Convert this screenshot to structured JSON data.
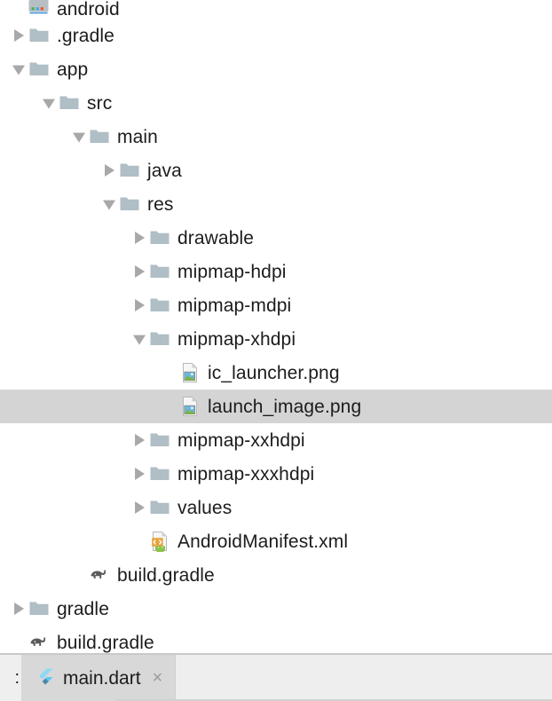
{
  "project_tree": {
    "rows": [
      {
        "label": "android",
        "icon": "android-module-icon",
        "twisty": "none",
        "depth": 0,
        "selected": false,
        "clipped": true
      },
      {
        "label": ".gradle",
        "icon": "folder-icon",
        "twisty": "collapsed",
        "depth": 0,
        "selected": false,
        "clipped": false
      },
      {
        "label": "app",
        "icon": "folder-icon",
        "twisty": "expanded",
        "depth": 0,
        "selected": false,
        "clipped": false
      },
      {
        "label": "src",
        "icon": "folder-icon",
        "twisty": "expanded",
        "depth": 1,
        "selected": false,
        "clipped": false
      },
      {
        "label": "main",
        "icon": "folder-icon",
        "twisty": "expanded",
        "depth": 2,
        "selected": false,
        "clipped": false
      },
      {
        "label": "java",
        "icon": "folder-icon",
        "twisty": "collapsed",
        "depth": 3,
        "selected": false,
        "clipped": false
      },
      {
        "label": "res",
        "icon": "folder-icon",
        "twisty": "expanded",
        "depth": 3,
        "selected": false,
        "clipped": false
      },
      {
        "label": "drawable",
        "icon": "folder-icon",
        "twisty": "collapsed",
        "depth": 4,
        "selected": false,
        "clipped": false
      },
      {
        "label": "mipmap-hdpi",
        "icon": "folder-icon",
        "twisty": "collapsed",
        "depth": 4,
        "selected": false,
        "clipped": false
      },
      {
        "label": "mipmap-mdpi",
        "icon": "folder-icon",
        "twisty": "collapsed",
        "depth": 4,
        "selected": false,
        "clipped": false
      },
      {
        "label": "mipmap-xhdpi",
        "icon": "folder-icon",
        "twisty": "expanded",
        "depth": 4,
        "selected": false,
        "clipped": false
      },
      {
        "label": "ic_launcher.png",
        "icon": "png-image-file-icon",
        "twisty": "none",
        "depth": 5,
        "selected": false,
        "clipped": false
      },
      {
        "label": "launch_image.png",
        "icon": "png-image-file-icon",
        "twisty": "none",
        "depth": 5,
        "selected": true,
        "clipped": false
      },
      {
        "label": "mipmap-xxhdpi",
        "icon": "folder-icon",
        "twisty": "collapsed",
        "depth": 4,
        "selected": false,
        "clipped": false
      },
      {
        "label": "mipmap-xxxhdpi",
        "icon": "folder-icon",
        "twisty": "collapsed",
        "depth": 4,
        "selected": false,
        "clipped": false
      },
      {
        "label": "values",
        "icon": "folder-icon",
        "twisty": "collapsed",
        "depth": 4,
        "selected": false,
        "clipped": false
      },
      {
        "label": "AndroidManifest.xml",
        "icon": "android-xml-file-icon",
        "twisty": "none",
        "depth": 4,
        "selected": false,
        "clipped": false
      },
      {
        "label": "build.gradle",
        "icon": "gradle-elephant-icon",
        "twisty": "none",
        "depth": 2,
        "selected": false,
        "clipped": false
      },
      {
        "label": "gradle",
        "icon": "folder-icon",
        "twisty": "collapsed",
        "depth": 0,
        "selected": false,
        "clipped": false
      },
      {
        "label": "build.gradle",
        "icon": "gradle-elephant-icon",
        "twisty": "none",
        "depth": 0,
        "selected": false,
        "clipped": false
      }
    ]
  },
  "editor_tabs": {
    "stub_label": ":",
    "active_tab": {
      "label": "main.dart",
      "icon": "flutter-icon",
      "close_glyph": "×"
    }
  },
  "colors": {
    "folder": "#b0bec5",
    "twisty": "#a8a8a8",
    "selection": "#d4d4d4",
    "text": "#1c1c1c",
    "tab_active_bg": "#d8d8d8",
    "tab_bar_bg": "#eeeeee",
    "flutter_light": "#5cc8f2",
    "flutter_dark": "#4a87a8",
    "xml_orange": "#e8a33d",
    "android_green": "#8bc34a",
    "png_sky": "#6bb7dd",
    "png_hill": "#7cb342",
    "module_green": "#4caf50",
    "module_blue": "#42a5f5",
    "module_orange": "#f4511e"
  }
}
